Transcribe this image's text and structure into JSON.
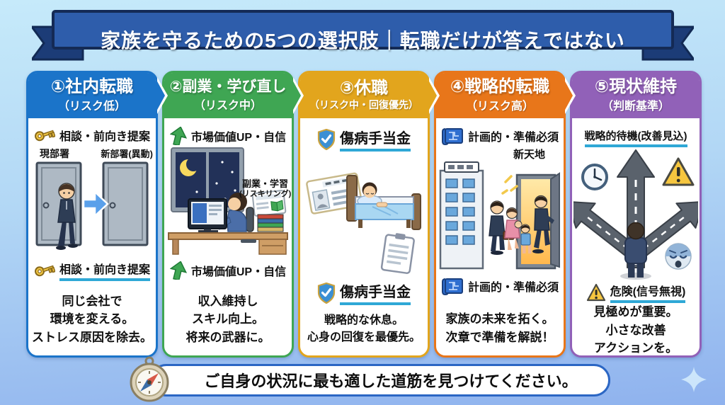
{
  "banner": {
    "title": "家族を守るための5つの選択肢｜転職だけが答えではない"
  },
  "colors": {
    "background_top": "#c6eafa",
    "background_bottom": "#8fb2ee",
    "ribbon_bar": "#2e5dab",
    "ribbon_ends": "#1c3c77",
    "underline": "#2fa8d6",
    "footer_border": "#2b66c4",
    "card_accents": [
      "#1b74c9",
      "#3fa653",
      "#e2a51d",
      "#e8761a",
      "#9161b8"
    ]
  },
  "cards": [
    {
      "title": "①社内転職",
      "subtitle": "（リスク低）",
      "accent": "#1b74c9",
      "top_icon": "key-icon",
      "top_point": "相談・前向き提案",
      "labels": {
        "left_door": "現部署",
        "right_door": "新部署(異動)"
      },
      "bottom_icon": "key-icon",
      "bottom_point": "相談・前向き提案",
      "summary": [
        "同じ会社で",
        "環境を変える。",
        "ストレス原因を除去。"
      ]
    },
    {
      "title": "②副業・学び直し",
      "subtitle": "（リスク中）",
      "accent": "#3fa653",
      "top_icon": "trend-up-arrow-icon",
      "top_point": "市場価値UP・自信",
      "labels": {
        "activity": "副業・学習",
        "activity_sub": "(リスキリング)"
      },
      "bottom_icon": "trend-up-arrow-icon",
      "bottom_point": "市場価値UP・自信",
      "summary": [
        "収入維持し",
        "スキル向上。",
        "将来の武器に。"
      ]
    },
    {
      "title": "③休職",
      "subtitle": "（リスク中・回復優先）",
      "accent": "#e2a51d",
      "top_icon": "shield-check-icon",
      "top_point": "傷病手当金",
      "labels": {},
      "bottom_icon": "shield-check-icon",
      "bottom_point": "傷病手当金",
      "summary": [
        "戦略的な休息。",
        "心身の回復を最優先。"
      ]
    },
    {
      "title": "④戦略的転職",
      "subtitle": "（リスク高）",
      "accent": "#e8761a",
      "top_icon": "blueprint-icon",
      "top_point": "計画的・準備必須",
      "labels": {
        "destination": "新天地"
      },
      "bottom_icon": "blueprint-icon",
      "bottom_point": "計画的・準備必須",
      "summary": [
        "家族の未来を拓く。",
        "次章で準備を解説！"
      ]
    },
    {
      "title": "⑤現状維持",
      "subtitle": "（判断基準）",
      "accent": "#9161b8",
      "top_icon": "",
      "top_point": "戦略的待機(改善見込)",
      "labels": {},
      "bottom_icon": "warning-triangle-icon",
      "bottom_point": "危険(信号無視)",
      "summary": [
        "見極めが重要。",
        "小さな改善",
        "アクションを。"
      ]
    }
  ],
  "footer": {
    "message": "ご自身の状況に最も適した道筋を見つけてください。"
  }
}
